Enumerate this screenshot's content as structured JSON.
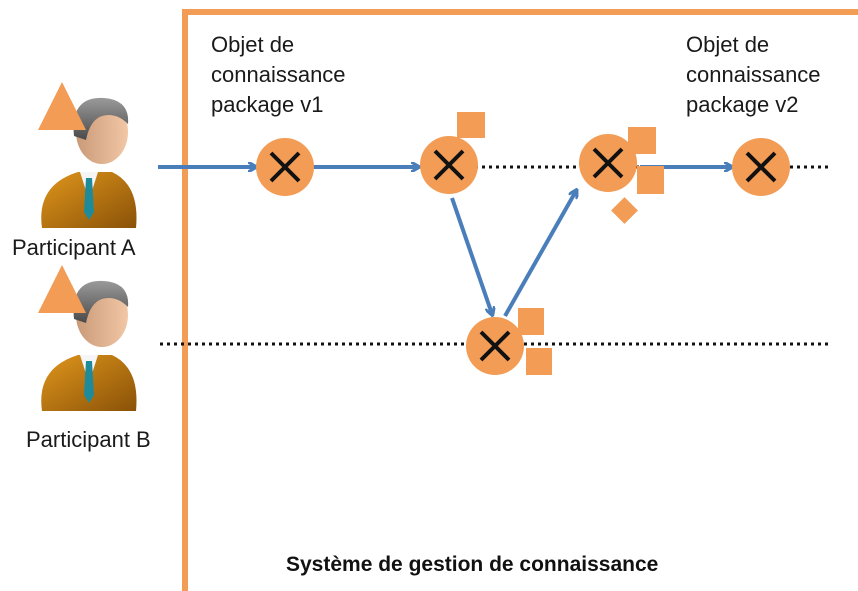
{
  "system": {
    "title": "Système de gestion de connaissance",
    "border_color": "#f39c55"
  },
  "participants": [
    {
      "label": "Participant A",
      "icon": "person-icon"
    },
    {
      "label": "Participant B",
      "icon": "person-icon"
    }
  ],
  "objects": {
    "v1": {
      "line1": "Objet de",
      "line2": "connaissance",
      "line3": "package v1"
    },
    "v2": {
      "line1": "Objet de",
      "line2": "connaissance",
      "line3": "package v2"
    }
  },
  "colors": {
    "node_fill": "#f39c55",
    "node_cross": "#111111",
    "arrow": "#4a7ebb",
    "timeline": "#111111",
    "accent": "#f39c55"
  }
}
